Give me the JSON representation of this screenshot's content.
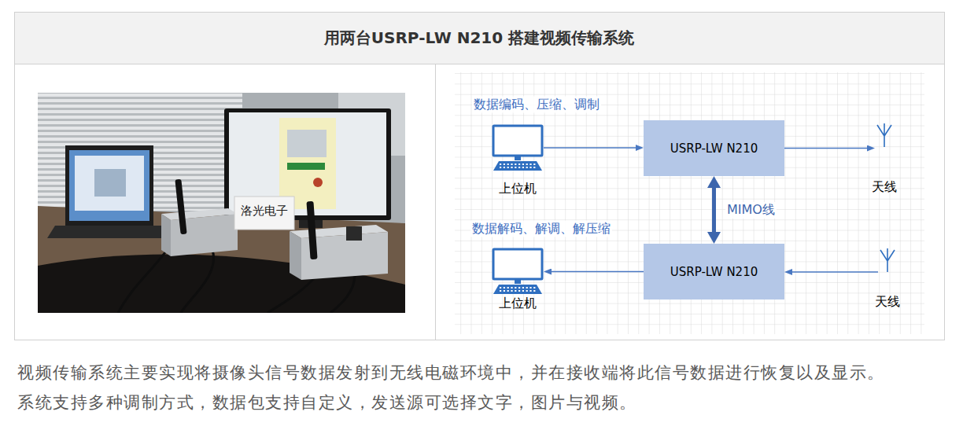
{
  "diagram": {
    "title": "用两台USRP-LW N210 搭建视频传输系统",
    "caption": "视频传输系统主要实现将摄像头信号数据发射到无线电磁环境中，并在接收端将此信号数据进行恢复以及显示。 系统支持多种调制方式，数据包支持自定义，发送源可选择文字，图片与视频。",
    "nodes": [
      {
        "text": [
          "上位机"
        ]
      },
      {
        "text": [
          "USRP-LW N210"
        ]
      },
      {
        "text": [
          "天线"
        ]
      },
      {
        "text": [
          "上位机"
        ]
      },
      {
        "text": [
          "USRP-LW N210"
        ]
      },
      {
        "text": [
          "天线"
        ]
      }
    ],
    "edges": [
      {
        "from": 0,
        "to": 1,
        "arrow": "to"
      },
      {
        "from": 1,
        "to": 2,
        "arrow": "to"
      },
      {
        "from": 1,
        "to": 4,
        "label": "MIMO线",
        "arrow": "both"
      },
      {
        "from": 5,
        "to": 4,
        "arrow": "to"
      },
      {
        "from": 4,
        "to": 3,
        "arrow": "to"
      }
    ],
    "labels": [
      "数据编码、压缩、调制",
      "数据解码、解调、解压缩",
      "洛光电子"
    ]
  }
}
